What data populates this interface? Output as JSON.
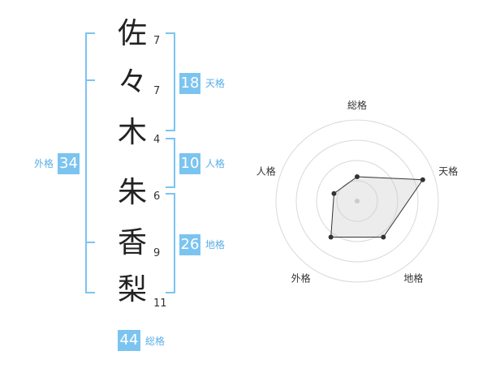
{
  "name_chars": [
    {
      "char": "佐",
      "strokes": "7"
    },
    {
      "char": "々",
      "strokes": "7"
    },
    {
      "char": "木",
      "strokes": "4"
    },
    {
      "char": "朱",
      "strokes": "6"
    },
    {
      "char": "香",
      "strokes": "9"
    },
    {
      "char": "梨",
      "strokes": "11"
    }
  ],
  "fortunes": {
    "tenkaku": {
      "value": "18",
      "label": "天格"
    },
    "jinkaku": {
      "value": "10",
      "label": "人格"
    },
    "chikaku": {
      "value": "26",
      "label": "地格"
    },
    "gaikaku": {
      "value": "34",
      "label": "外格"
    },
    "soukaku": {
      "value": "44",
      "label": "総格"
    }
  },
  "colors": {
    "accent": "#7cc4f0",
    "accent_text": "#5aaee6",
    "kanji": "#222222"
  },
  "chart_data": {
    "type": "radar",
    "axes": [
      "総格",
      "天格",
      "地格",
      "外格",
      "人格"
    ],
    "values": [
      0.3,
      0.85,
      0.55,
      0.55,
      0.3
    ],
    "rings": 4
  }
}
